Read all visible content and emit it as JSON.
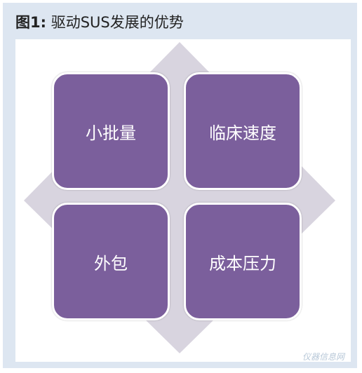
{
  "title": {
    "prefix": "图1:",
    "text": "驱动SUS发展的优势"
  },
  "quadrants": [
    {
      "label": "小批量"
    },
    {
      "label": "临床速度"
    },
    {
      "label": "外包"
    },
    {
      "label": "成本压力"
    }
  ],
  "watermark": "仪器信息网",
  "colors": {
    "tile": "#7b5f9c",
    "diamond": "#d8d4df",
    "frame": "#dde6f1"
  }
}
